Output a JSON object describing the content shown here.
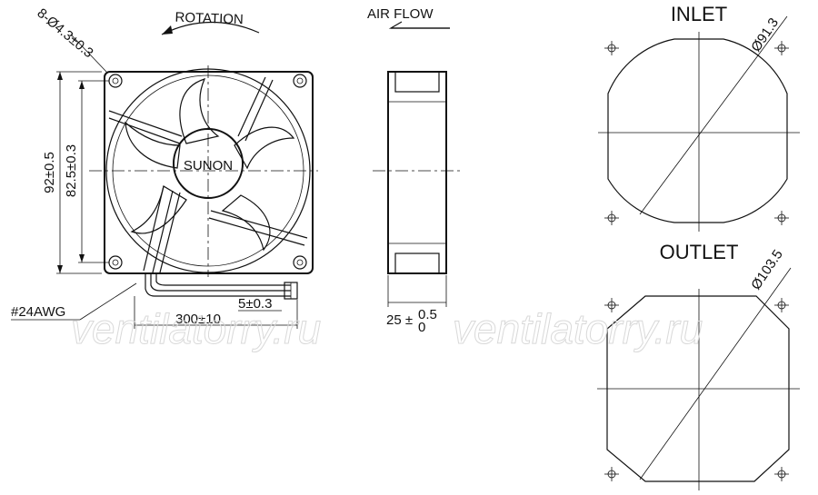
{
  "front_view": {
    "hole_spec": "8-Ø4.3±0.3",
    "rotation_label": "ROTATION",
    "brand": "SUNON",
    "dim_outer": "92±0.5",
    "dim_holes": "82.5±0.3",
    "wire_gauge": "#24AWG",
    "lead_strip": "5±0.3",
    "lead_length": "300±10"
  },
  "side_view": {
    "airflow_label": "AIR FLOW",
    "thickness_base": "25 ±",
    "thickness_plus": "0.5",
    "thickness_minus": "0"
  },
  "inlet": {
    "title": "INLET",
    "diameter": "Ø91.3"
  },
  "outlet": {
    "title": "OUTLET",
    "diameter": "Ø103.5"
  },
  "watermark": {
    "left": "ventilatorry.ru",
    "right": "ventilatorry.ru"
  }
}
